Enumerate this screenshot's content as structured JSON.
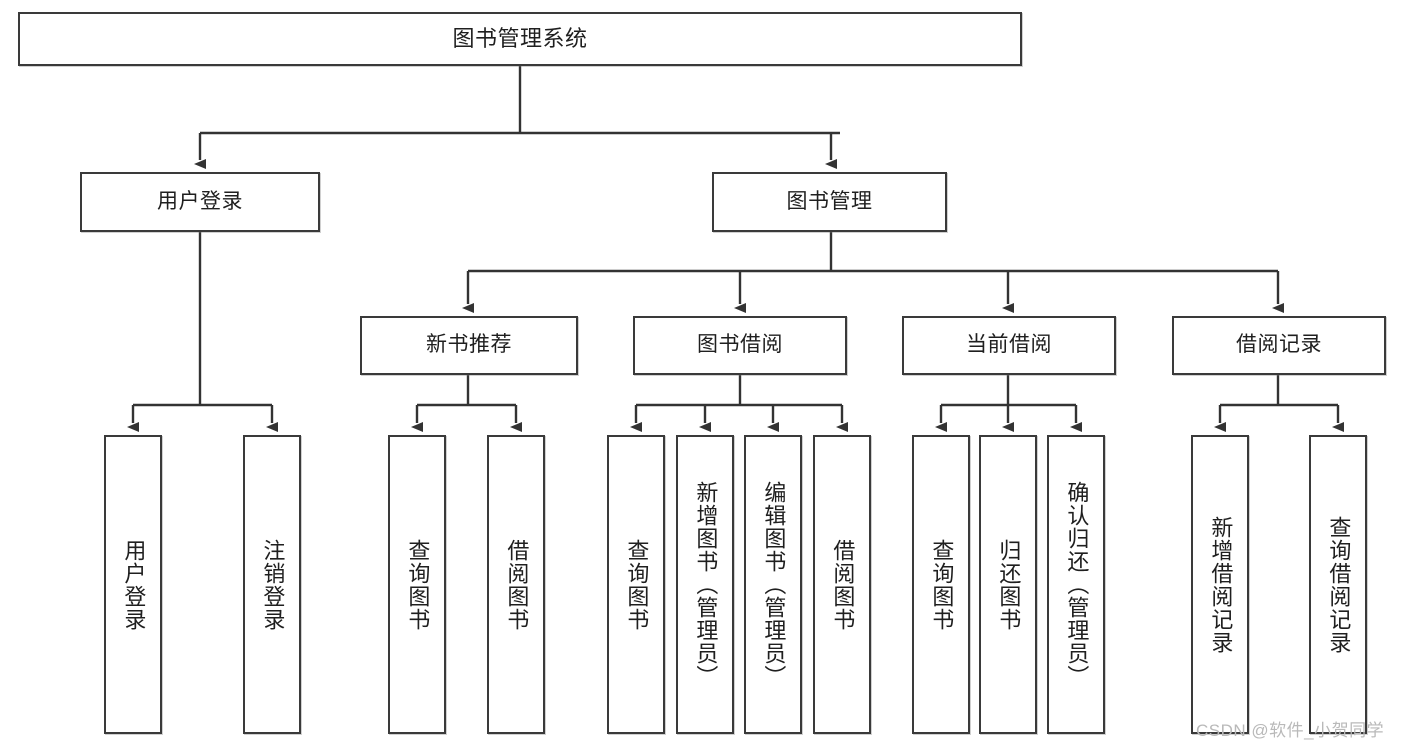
{
  "diagram": {
    "type": "tree-hierarchy",
    "title": "图书管理系统",
    "watermark": "CSDN @软件_小贺同学",
    "colors": {
      "background": "#ffffff",
      "border": "#3a3a3a",
      "text": "#1f1f1f",
      "connector": "#333333",
      "watermark": "#b9b9b9"
    },
    "nodes": {
      "root": {
        "label": "图书管理系统"
      },
      "level2": [
        {
          "id": "user-login",
          "label": "用户登录"
        },
        {
          "id": "book-manage",
          "label": "图书管理"
        }
      ],
      "level3": [
        {
          "id": "new-book-recommend",
          "label": "新书推荐"
        },
        {
          "id": "book-borrow",
          "label": "图书借阅"
        },
        {
          "id": "current-borrow",
          "label": "当前借阅"
        },
        {
          "id": "borrow-record",
          "label": "借阅记录"
        }
      ],
      "leaves": {
        "user-login": [
          {
            "id": "leaf-user-login",
            "label": "用户登录"
          },
          {
            "id": "leaf-logout-login",
            "label": "注销登录"
          }
        ],
        "new-book-recommend": [
          {
            "id": "leaf-query-book-1",
            "label": "查询图书"
          },
          {
            "id": "leaf-borrow-book-1",
            "label": "借阅图书"
          }
        ],
        "book-borrow": [
          {
            "id": "leaf-query-book-2",
            "label": "查询图书"
          },
          {
            "id": "leaf-add-book-admin",
            "label": "新增图书（管理员）"
          },
          {
            "id": "leaf-edit-book-admin",
            "label": "编辑图书（管理员）"
          },
          {
            "id": "leaf-borrow-book-2",
            "label": "借阅图书"
          }
        ],
        "current-borrow": [
          {
            "id": "leaf-query-book-3",
            "label": "查询图书"
          },
          {
            "id": "leaf-return-book",
            "label": "归还图书"
          },
          {
            "id": "leaf-confirm-return-admin",
            "label": "确认归还（管理员）"
          }
        ],
        "borrow-record": [
          {
            "id": "leaf-add-borrow-record",
            "label": "新增借阅记录"
          },
          {
            "id": "leaf-query-borrow-record",
            "label": "查询借阅记录"
          }
        ]
      }
    }
  }
}
